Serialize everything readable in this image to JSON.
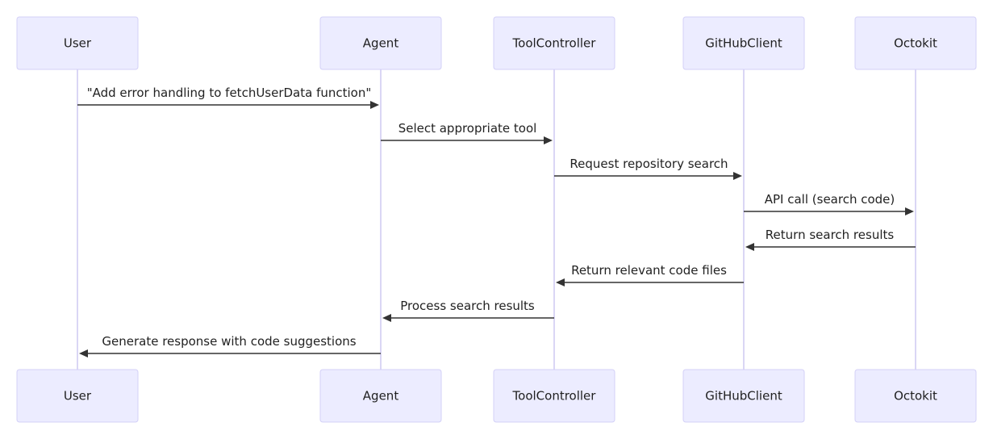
{
  "diagram": {
    "type": "sequence",
    "participants": [
      {
        "id": "user",
        "label": "User"
      },
      {
        "id": "agent",
        "label": "Agent"
      },
      {
        "id": "toolcontroller",
        "label": "ToolController"
      },
      {
        "id": "githubclient",
        "label": "GitHubClient"
      },
      {
        "id": "octokit",
        "label": "Octokit"
      }
    ],
    "messages": [
      {
        "from": "user",
        "to": "agent",
        "text": "\"Add error handling to fetchUserData function\""
      },
      {
        "from": "agent",
        "to": "toolcontroller",
        "text": "Select appropriate tool"
      },
      {
        "from": "toolcontroller",
        "to": "githubclient",
        "text": "Request repository search"
      },
      {
        "from": "githubclient",
        "to": "octokit",
        "text": "API call (search code)"
      },
      {
        "from": "octokit",
        "to": "githubclient",
        "text": "Return search results"
      },
      {
        "from": "githubclient",
        "to": "toolcontroller",
        "text": "Return relevant code files"
      },
      {
        "from": "toolcontroller",
        "to": "agent",
        "text": "Process search results"
      },
      {
        "from": "agent",
        "to": "user",
        "text": "Generate response with code suggestions"
      }
    ]
  }
}
